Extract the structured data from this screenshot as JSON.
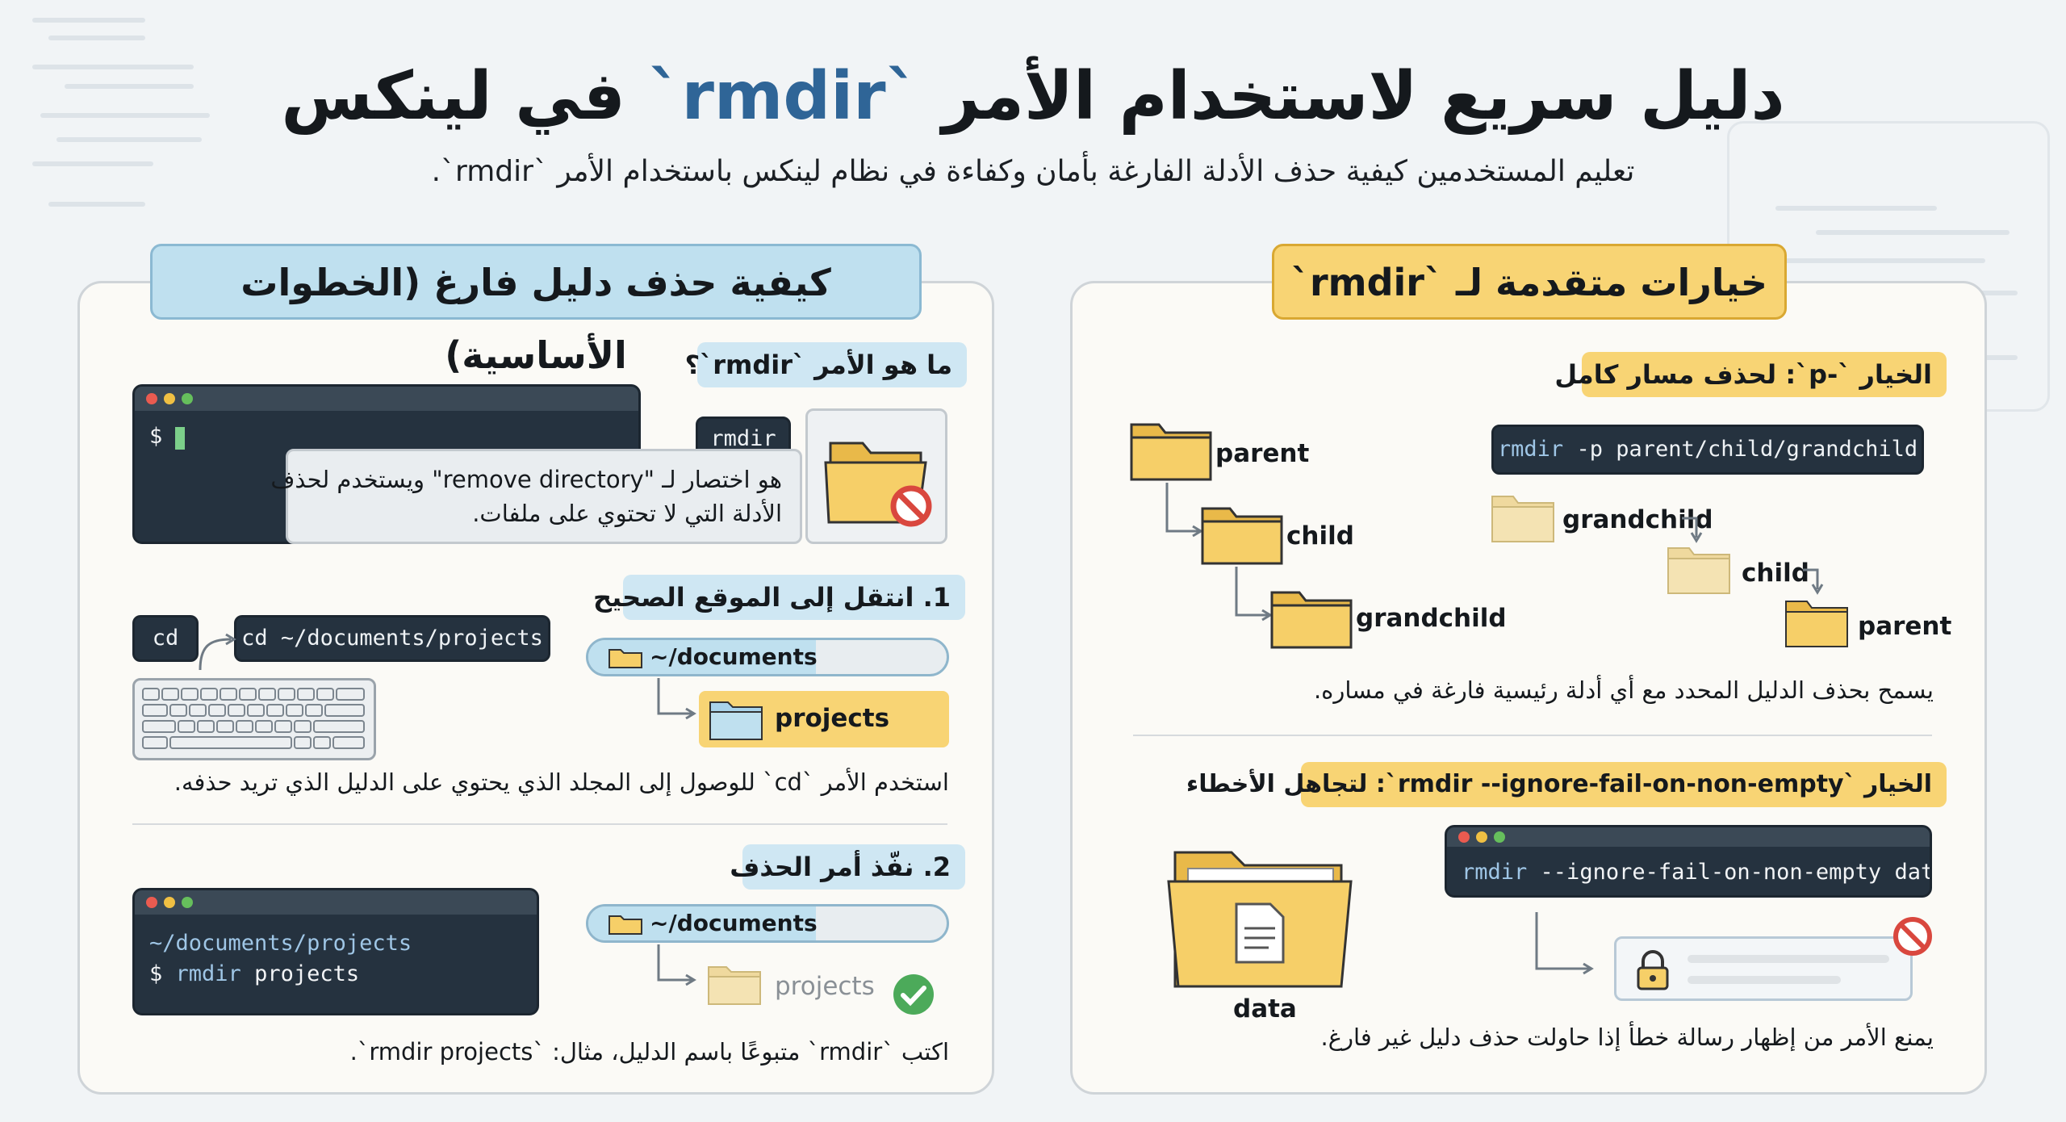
{
  "header": {
    "title_prefix": "دليل سريع لاستخدام الأمر",
    "title_cmd": "`rmdir`",
    "title_suffix": "في لينكس",
    "subtitle": "تعليم المستخدمين كيفية حذف الأدلة الفارغة بأمان وكفاءة في نظام لينكس باستخدام الأمر `rmdir`."
  },
  "left_panel": {
    "heading": "كيفية حذف دليل فارغ (الخطوات الأساسية)",
    "what": {
      "label": "ما هو الأمر `rmdir`؟",
      "prompt": "$",
      "cmd_pill": "rmdir",
      "desc_line1": "هو اختصار لـ \"remove directory\" ويستخدم لحذف",
      "desc_line2": "الأدلة التي لا تحتوي على ملفات."
    },
    "step1": {
      "label": "1. انتقل إلى الموقع الصحيح",
      "cd_pill": "cd",
      "cd_full": "cd ~/documents/projects",
      "crumb": "~/documents",
      "folder": "projects",
      "desc": "استخدم الأمر `cd` للوصول إلى المجلد الذي يحتوي على الدليل الذي تريد حذفه."
    },
    "step2": {
      "label": "2. نفّذ أمر الحذف",
      "term_path": "~/documents/projects",
      "term_prompt": "$",
      "term_cmd": "rmdir",
      "term_arg": "projects",
      "crumb": "~/documents",
      "folder": "projects",
      "desc": "اكتب `rmdir` متبوعًا باسم الدليل، مثال: `rmdir projects`."
    }
  },
  "right_panel": {
    "heading": "خيارات متقدمة لـ `rmdir`",
    "opt_p": {
      "label": "الخيار `-p`: لحذف مسار كامل",
      "cmd_name": "rmdir",
      "cmd_args": "-p parent/child/grandchild",
      "tree": [
        "parent",
        "child",
        "grandchild"
      ],
      "removed": [
        "grandchild",
        "child",
        "parent"
      ],
      "desc": "يسمح بحذف الدليل المحدد مع أي أدلة رئيسية فارغة في مساره."
    },
    "opt_ignore": {
      "label": "الخيار `rmdir --ignore-fail-on-non-empty`: لتجاهل الأخطاء",
      "cmd_name": "rmdir",
      "cmd_args": "--ignore-fail-on-non-empty data",
      "folder": "data",
      "desc": "يمنع الأمر من إظهار رسالة خطأ إذا حاولت حذف دليل غير فارغ."
    }
  },
  "colors": {
    "folder": "#f6cf68",
    "folder_light": "#f4e3b3",
    "blue_label": "#cfe7f3",
    "yellow_label": "#f8d474",
    "terminal": "#25323f"
  }
}
